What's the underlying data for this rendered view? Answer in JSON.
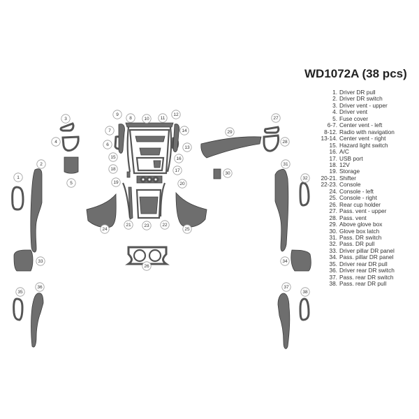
{
  "kit": {
    "title": "WD1072A (38 pcs)"
  },
  "legend": [
    {
      "num": "1.",
      "label": "Driver DR pull"
    },
    {
      "num": "2.",
      "label": "Driver DR switch"
    },
    {
      "num": "3.",
      "label": "Driver vent - upper"
    },
    {
      "num": "4.",
      "label": "Driver vent"
    },
    {
      "num": "5.",
      "label": "Fuse cover"
    },
    {
      "num": "6-7.",
      "label": "Center vent - left"
    },
    {
      "num": "8-12.",
      "label": "Radio with navigation"
    },
    {
      "num": "13-14.",
      "label": "Center vent - right"
    },
    {
      "num": "15.",
      "label": "Hazard light switch"
    },
    {
      "num": "16.",
      "label": "A/C"
    },
    {
      "num": "17.",
      "label": "USB port"
    },
    {
      "num": "18.",
      "label": "12V"
    },
    {
      "num": "19.",
      "label": "Storage"
    },
    {
      "num": "20-21.",
      "label": "Shifter"
    },
    {
      "num": "22-23.",
      "label": "Console"
    },
    {
      "num": "24.",
      "label": "Console - left"
    },
    {
      "num": "25.",
      "label": "Console - right"
    },
    {
      "num": "26.",
      "label": "Rear cup holder"
    },
    {
      "num": "27.",
      "label": "Pass. vent - upper"
    },
    {
      "num": "28.",
      "label": "Pass. vent"
    },
    {
      "num": "29.",
      "label": "Above glove box"
    },
    {
      "num": "30.",
      "label": "Glove box latch"
    },
    {
      "num": "31.",
      "label": "Pass. DR switch"
    },
    {
      "num": "32.",
      "label": "Pass. DR pull"
    },
    {
      "num": "33.",
      "label": "Driver pillar DR panel"
    },
    {
      "num": "34.",
      "label": "Pass. pillar DR panel"
    },
    {
      "num": "35.",
      "label": "Driver rear DR pull"
    },
    {
      "num": "36.",
      "label": "Driver rear DR switch"
    },
    {
      "num": "37.",
      "label": "Pass. rear DR switch"
    },
    {
      "num": "38.",
      "label": "Pass. rear DR pull"
    }
  ],
  "callouts": [
    "1",
    "2",
    "3",
    "4",
    "5",
    "6",
    "7",
    "8",
    "9",
    "10",
    "11",
    "12",
    "13",
    "14",
    "15",
    "16",
    "17",
    "18",
    "19",
    "20",
    "21",
    "22",
    "23",
    "24",
    "25",
    "26",
    "27",
    "28",
    "29",
    "30",
    "31",
    "32",
    "33",
    "34",
    "35",
    "36",
    "37",
    "38"
  ]
}
